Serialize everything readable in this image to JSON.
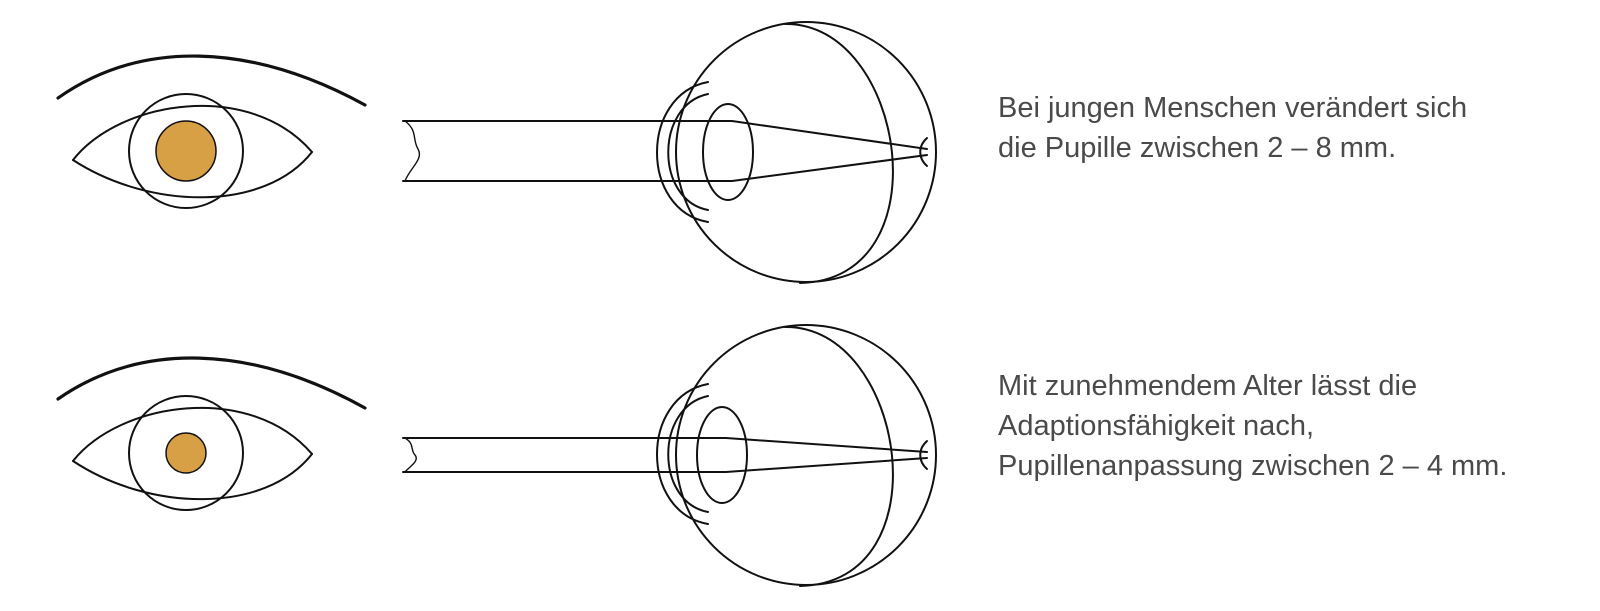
{
  "rows": [
    {
      "id": "young",
      "caption_lines": [
        "Bei jungen Menschen verändert sich",
        "die Pupille zwischen 2 – 8 mm."
      ],
      "pupil_color": "#D7A044"
    },
    {
      "id": "old",
      "caption_lines": [
        "Mit zunehmendem Alter lässt die",
        "Adaptionsfähigkeit nach,",
        "Pupillenanpassung zwischen 2 – 4 mm."
      ],
      "pupil_color": "#D7A044"
    }
  ],
  "colors": {
    "ink": "#111111",
    "text": "#4a4a4a",
    "pupil": "#D7A044"
  }
}
